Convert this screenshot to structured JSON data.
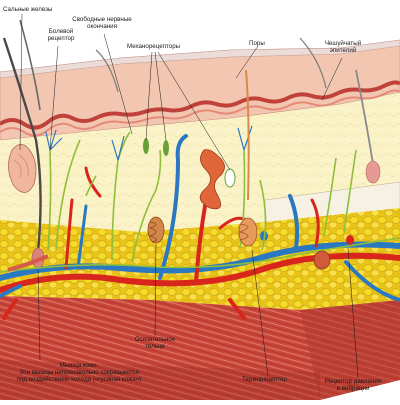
{
  "labels": {
    "sebaceous": "Сальные железы",
    "pain1": "Болевой",
    "pain2": "рецептор",
    "free1": "Свободные нервные",
    "free2": "окончания",
    "mech": "Механорецепторы",
    "pores": "Поры",
    "scaly1": "Чешуйчатый",
    "scaly2": "эпителий",
    "touch1": "Осязательное",
    "touch2": "тельце",
    "muscle1": "Мышца кожи.",
    "muscle2": "Эти мышцы непроизвольно сокращаются",
    "muscle3": "под воздействием холода («гусиная кожа»)",
    "thermo": "Терморецептор",
    "press1": "Рецептор давления",
    "press2": "и вибрации"
  },
  "colors": {
    "epidermis": "#f2c6b0",
    "dermis": "#fbf3c8",
    "fat": "#f3d417",
    "muscle": "#c8463a",
    "artery": "#d8261c",
    "vein": "#2b78c2",
    "nerve": "#8fbf3a",
    "hair": "#5a5a5a"
  }
}
